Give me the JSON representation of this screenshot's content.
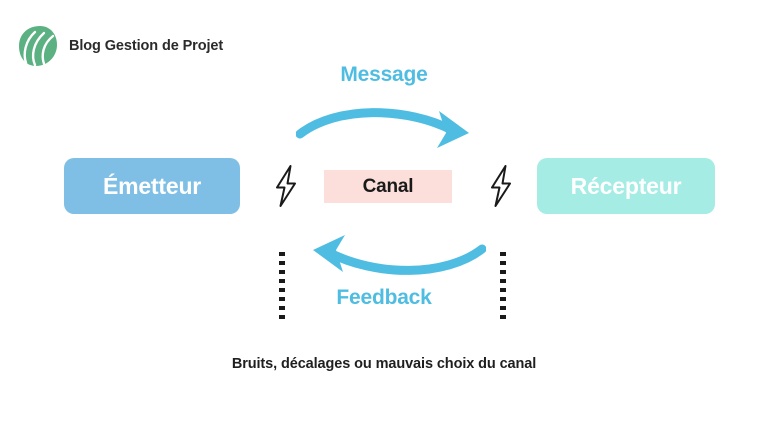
{
  "brand": {
    "name": "Blog Gestion de Projet",
    "logo_icon": "leaf-logo-icon",
    "logo_color": "#5BB181"
  },
  "diagram": {
    "title_caption": "Bruits, décalages ou mauvais choix du canal",
    "nodes": [
      {
        "id": "sender",
        "label": "Émetteur",
        "color": "#7FBFE6",
        "text_color": "#FFFFFF"
      },
      {
        "id": "channel",
        "label": "Canal",
        "color": "#FCDFDB",
        "text_color": "#1A1A1A"
      },
      {
        "id": "receiver",
        "label": "Récepteur",
        "color": "#A4ECE4",
        "text_color": "#FFFFFF"
      }
    ],
    "flows": [
      {
        "id": "message",
        "label": "Message",
        "direction": "right",
        "color": "#4FBDE2"
      },
      {
        "id": "feedback",
        "label": "Feedback",
        "direction": "left",
        "color": "#4FBDE2"
      }
    ],
    "noise_markers": [
      {
        "id": "bolt-left",
        "icon": "lightning-bolt-icon"
      },
      {
        "id": "bolt-right",
        "icon": "lightning-bolt-icon"
      }
    ],
    "dotted_connectors": [
      {
        "id": "dots-left",
        "style": "dotted-vertical-line"
      },
      {
        "id": "dots-right",
        "style": "dotted-vertical-line"
      }
    ]
  }
}
